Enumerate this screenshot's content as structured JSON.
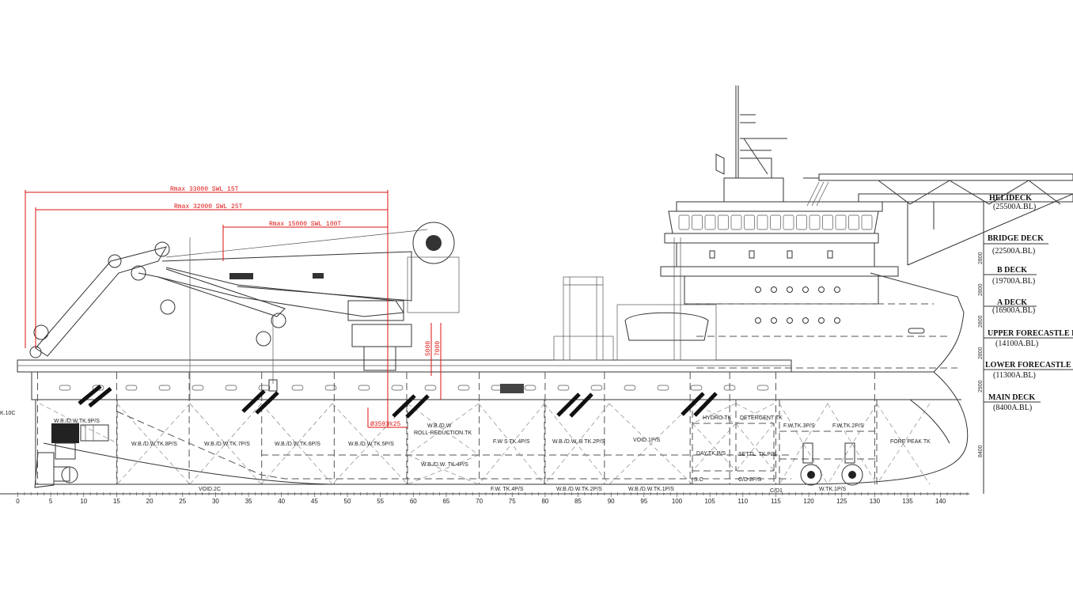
{
  "drawing": {
    "crane_reach": [
      {
        "label": "Rmax 33000 SWL 15T"
      },
      {
        "label": "Rmax 32000 SWL 25T"
      },
      {
        "label": "Rmax 15000 SWL 100T"
      }
    ],
    "crane_dims": {
      "d1": "5000",
      "d2": "7000",
      "pedestal": "Ø3593x25"
    },
    "decks": [
      {
        "name": "HELIDECK",
        "level": "(25500A.BL)"
      },
      {
        "name": "BRIDGE  DECK",
        "level": "(22500A.BL)"
      },
      {
        "name": "B  DECK",
        "level": "(19700A.BL)"
      },
      {
        "name": "A  DECK",
        "level": "(16900A.BL)"
      },
      {
        "name": "UPPER  FORECASTLE  DECK",
        "level": "(14100A.BL)"
      },
      {
        "name": "LOWER  FORECASTLE  DECK",
        "level": "(11300A.BL)"
      },
      {
        "name": "MAIN  DECK",
        "level": "(8400A.BL)"
      }
    ],
    "deck_spacings": [
      "2800",
      "2800",
      "2800",
      "2800",
      "2900",
      "8400"
    ],
    "tanks": {
      "k10c": "K.10C",
      "t9": "W.B./D.W.TK.9P/S",
      "t8": "W.B./D.W.TK.8P/S",
      "t7": "W.B./D.W.TK.7P/S",
      "t6": "W.B./D.W.TK.6P/S",
      "t5": "W.B./D.W.TK.5P/S",
      "roll1": "W.B./D.W",
      "roll2": "ROLL-REDUCTION.TK",
      "t4": "W.B./D.W. TK.4P/S",
      "void2": "VOID.2C",
      "fw4u": "F.W S TK.4P/S",
      "wb3": "W.B./D.W. B TK.2P/S",
      "void1": "VOID.1P/S",
      "hydro": "HYDRO.TK",
      "deterg": "DETERGENT TK",
      "day": "DAY.TK.P/S",
      "settl": "SETTL. TK.P/S",
      "sc": "S.C",
      "cd2": "C/D 2P/S",
      "cd1": "C/D1",
      "fw4l": "F.W. TK.4P/S",
      "wb2": "W.B./D.W.TK.2P/S",
      "wb1": "W.B./D.W.TK.1P/S",
      "fw3": "F.W.TK.3P/S",
      "fw2": "F.W.TK.2P/S",
      "fw1": "W.TK.1P/S",
      "forepeak": "FORE PEAK TK"
    },
    "frames": [
      "0",
      "5",
      "10",
      "15",
      "20",
      "25",
      "30",
      "35",
      "40",
      "45",
      "50",
      "55",
      "60",
      "65",
      "70",
      "75",
      "80",
      "85",
      "90",
      "95",
      "100",
      "105",
      "110",
      "115",
      "120",
      "125",
      "130",
      "135",
      "140"
    ],
    "colors": {
      "line": "#333333",
      "dimension": "#dd1111",
      "background": "#ffffff"
    }
  }
}
